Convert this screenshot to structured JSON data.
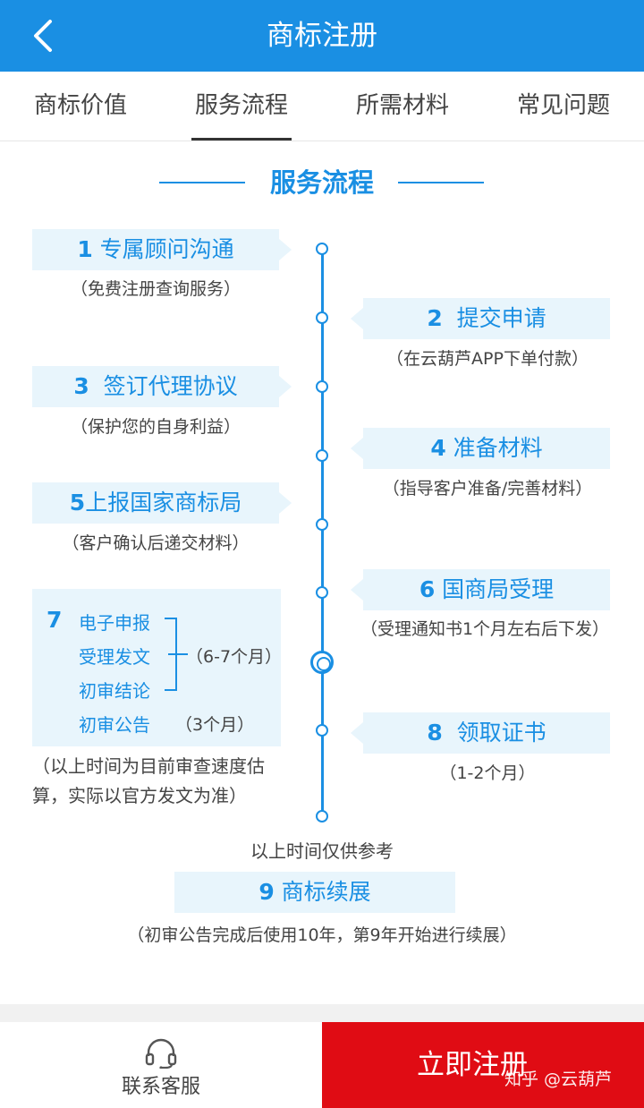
{
  "header": {
    "title": "商标注册"
  },
  "tabs": [
    {
      "label": "商标价值"
    },
    {
      "label": "服务流程"
    },
    {
      "label": "所需材料"
    },
    {
      "label": "常见问题"
    }
  ],
  "section": {
    "title": "服务流程"
  },
  "steps": {
    "s1": {
      "num": "1",
      "title": "专属顾问沟通",
      "sub": "（免费注册查询服务）"
    },
    "s2": {
      "num": "2",
      "title": "提交申请",
      "sub": "（在云葫芦APP下单付款）"
    },
    "s3": {
      "num": "3",
      "title": "签订代理协议",
      "sub": "（保护您的自身利益）"
    },
    "s4": {
      "num": "4",
      "title": "准备材料",
      "sub": "（指导客户准备/完善材料）"
    },
    "s5": {
      "num": "5",
      "title": "上报国家商标局",
      "sub": "（客户确认后递交材料）"
    },
    "s6": {
      "num": "6",
      "title": "国商局受理",
      "sub": "（受理通知书1个月左右后下发）"
    },
    "s7": {
      "num": "7",
      "items": [
        "电子申报",
        "受理发文",
        "初审结论",
        "初审公告"
      ],
      "range_text": "（6-7个月）",
      "gazette_text": "（3个月）"
    },
    "s8": {
      "num": "8",
      "title": "领取证书",
      "sub": "（1-2个月）"
    },
    "s9": {
      "num": "9",
      "title": "商标续展",
      "sub": "（初审公告完成后使用10年，第9年开始进行续展）"
    }
  },
  "note_line1": "（以上时间为目前审查速度估",
  "note_line2": "算，实际以官方发文为准）",
  "reference_note": "以上时间仅供参考",
  "bottom": {
    "service_label": "联系客服",
    "register_label": "立即注册",
    "watermark": "知乎 @云葫芦"
  },
  "colors": {
    "brand": "#1a8fe3",
    "register": "#e00c14",
    "box_bg": "#e8f5fc"
  }
}
